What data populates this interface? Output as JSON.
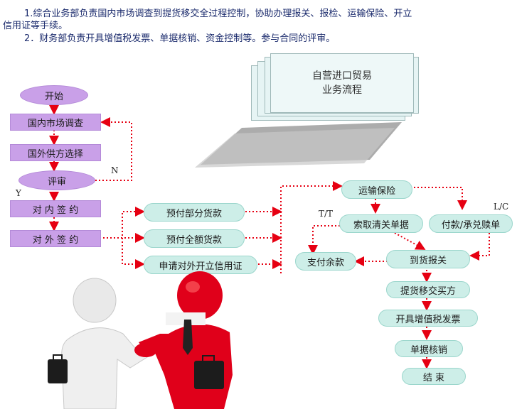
{
  "intro": {
    "line1": "1.综合业务部负责国内市场调查到提货移交全过程控制，协助办理报关、报检、运输保险、开立",
    "line2": "信用证等手续。",
    "line3": "2．财务部负责开具增值税发票、单据核销、资金控制等。参与合同的评审。"
  },
  "title": {
    "line1": "自营进口贸易",
    "line2": "业务流程"
  },
  "left_flow": {
    "start": "开始",
    "domestic_survey": "国内市场调查",
    "supplier_select": "国外供方选择",
    "review": "评审",
    "internal_sign": "对 内 签 约",
    "external_sign": "对 外 签 约"
  },
  "payments": {
    "partial": "预付部分货款",
    "full": "预付全额货款",
    "lc": "申请对外开立信用证"
  },
  "right_flow": {
    "transport_insure": "运输保险",
    "get_docs": "索取清关单据",
    "pay_accept": "付款/承兑赎单",
    "pay_balance": "支付余款",
    "customs": "到货报关",
    "pickup": "提货移交买方",
    "invoice": "开具增值税发票",
    "writeoff": "单据核销",
    "end": "结 束"
  },
  "labels": {
    "n": "N",
    "y": "Y",
    "tt": "T/T",
    "lc": "L/C"
  },
  "colors": {
    "purple": "#c9a0e8",
    "green": "#cdeee8",
    "red": "#e0001a",
    "red_dot": "#e60012"
  }
}
